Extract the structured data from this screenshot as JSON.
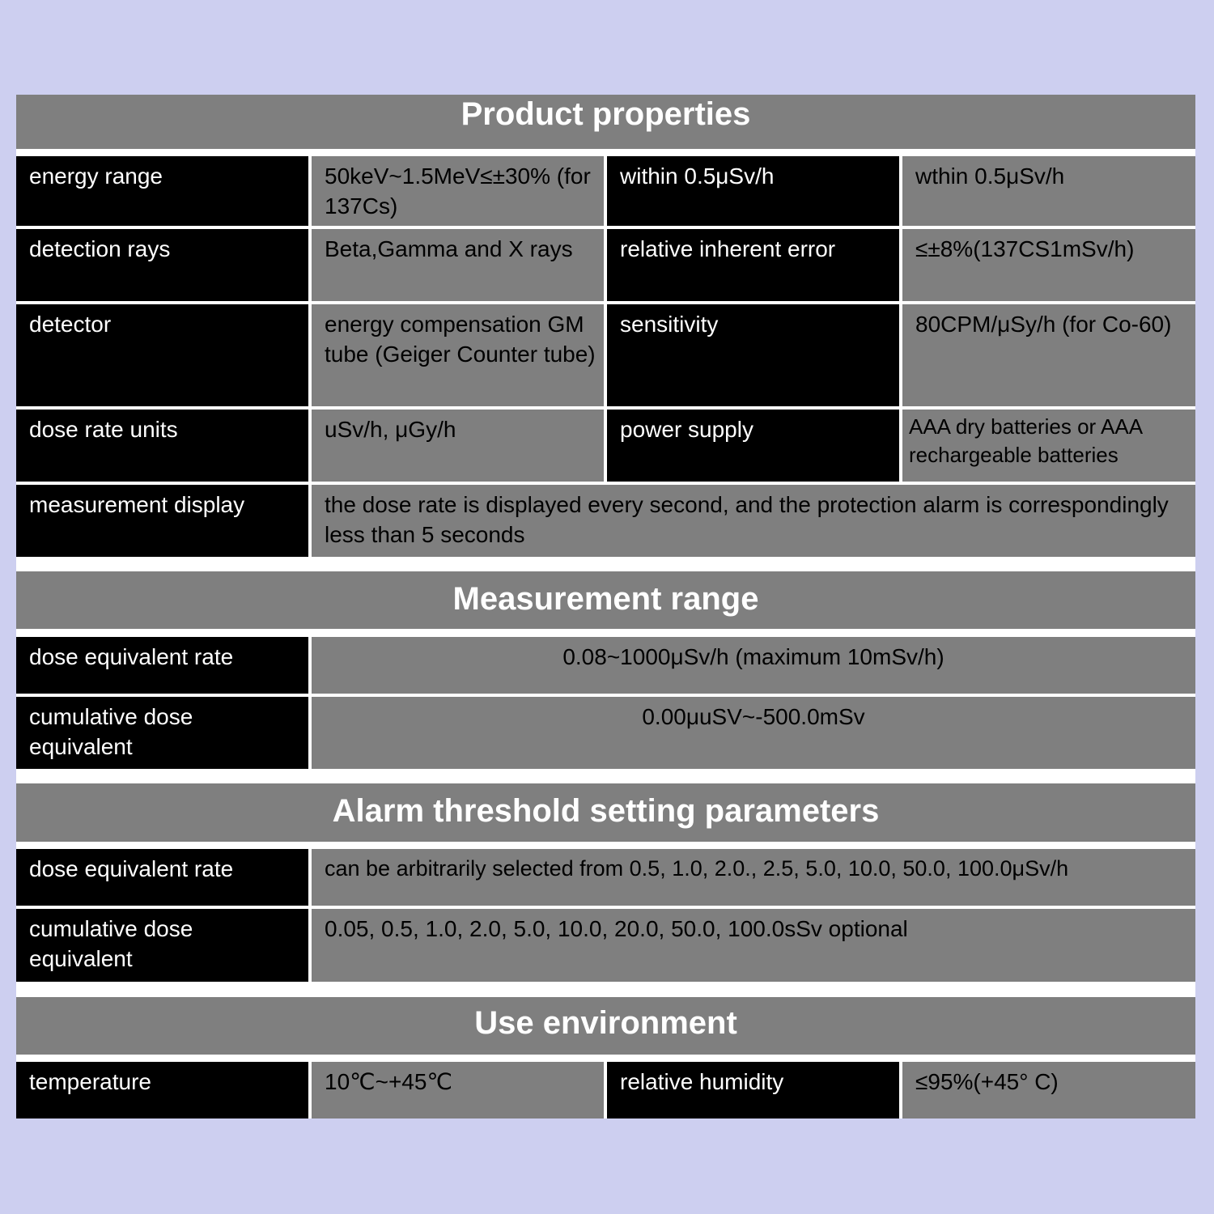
{
  "sections": {
    "product": {
      "title": "Product properties",
      "rows": [
        {
          "k1": "energy range",
          "v1": "50keV~1.5MeV≤±30% (for 137Cs)",
          "k2": "within 0.5μSv/h",
          "v2": "wthin 0.5μSv/h"
        },
        {
          "k1": "detection rays",
          "v1": "Beta,Gamma and X rays",
          "k2": "relative inherent error",
          "v2": "≤±8%(137CS1mSv/h)"
        },
        {
          "k1": "detector",
          "v1": "energy compensation GM tube (Geiger Counter tube)",
          "k2": "sensitivity",
          "v2": "80CPM/μSy/h (for Co-60)"
        },
        {
          "k1": "dose rate units",
          "v1": "uSv/h, μGy/h",
          "k2": "power supply",
          "v2": "AAA dry batteries or AAA rechargeable batteries"
        }
      ],
      "display": {
        "k": "measurement display",
        "v": "the dose rate is displayed every second, and the protection alarm is correspondingly less than 5 seconds"
      }
    },
    "measurement": {
      "title": "Measurement range",
      "rows": [
        {
          "k": "dose equivalent rate",
          "v": "0.08~1000μSv/h (maximum 10mSv/h)"
        },
        {
          "k": "cumulative dose equivalent",
          "v": "0.00μuSV~-500.0mSv"
        }
      ]
    },
    "alarm": {
      "title": "Alarm threshold setting parameters",
      "rows": [
        {
          "k": "dose equivalent rate",
          "v": "can be arbitrarily selected from 0.5, 1.0, 2.0., 2.5, 5.0, 10.0, 50.0, 100.0μSv/h"
        },
        {
          "k": "cumulative dose equivalent",
          "v": "0.05, 0.5, 1.0, 2.0, 5.0, 10.0, 20.0, 50.0, 100.0sSv optional"
        }
      ]
    },
    "environment": {
      "title": "Use environment",
      "row": {
        "k1": "temperature",
        "v1": "10℃~+45℃",
        "k2": "relative humidity",
        "v2": "≤95%(+45° C)"
      }
    }
  }
}
